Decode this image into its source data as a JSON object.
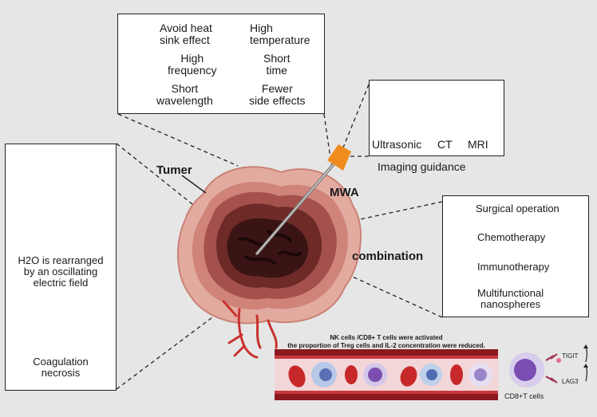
{
  "features": {
    "avoid_heat_sink": [
      "Avoid heat",
      "sink effect"
    ],
    "high_temperature": [
      "High",
      "temperature"
    ],
    "high_frequency": [
      "High",
      "frequency"
    ],
    "short_time": [
      "Short",
      "time"
    ],
    "short_wavelength": [
      "Short",
      "wavelength"
    ],
    "fewer_side_effects": [
      "Fewer",
      "side effects"
    ]
  },
  "imaging": {
    "ultrasonic": "Ultrasonic",
    "ct": "CT",
    "mri": "MRI",
    "caption": "Imaging guidance"
  },
  "mechanism": {
    "rearranged": [
      "H2O is rearranged",
      "by an oscillating",
      "electric field"
    ],
    "necrosis": [
      "Coagulation",
      "necrosis"
    ]
  },
  "labels": {
    "tumer": "Tumer",
    "mwa": "MWA",
    "combination": "combination"
  },
  "combination_items": {
    "surgical": "Surgical operation",
    "chemo": "Chemotherapy",
    "immuno": "Immunotherapy",
    "nano": [
      "Multifunctional",
      "nanospheres"
    ]
  },
  "immune": {
    "line1": "NK cells /CD8+ T cells were activated",
    "line2": "the proportion of Treg cells and IL-2 concentration were reduced.",
    "tigit": "TIGIT",
    "lag3": "LAG3",
    "cd8": "CD8+T cells"
  },
  "colors": {
    "tumor_outer": "#e3aaa0",
    "tumor_mid": "#b8635f",
    "tumor_core": "#3a1414",
    "vessel": "#c8312e",
    "needle_tip": "#f08c1e",
    "bolt": "#f08c1e"
  }
}
